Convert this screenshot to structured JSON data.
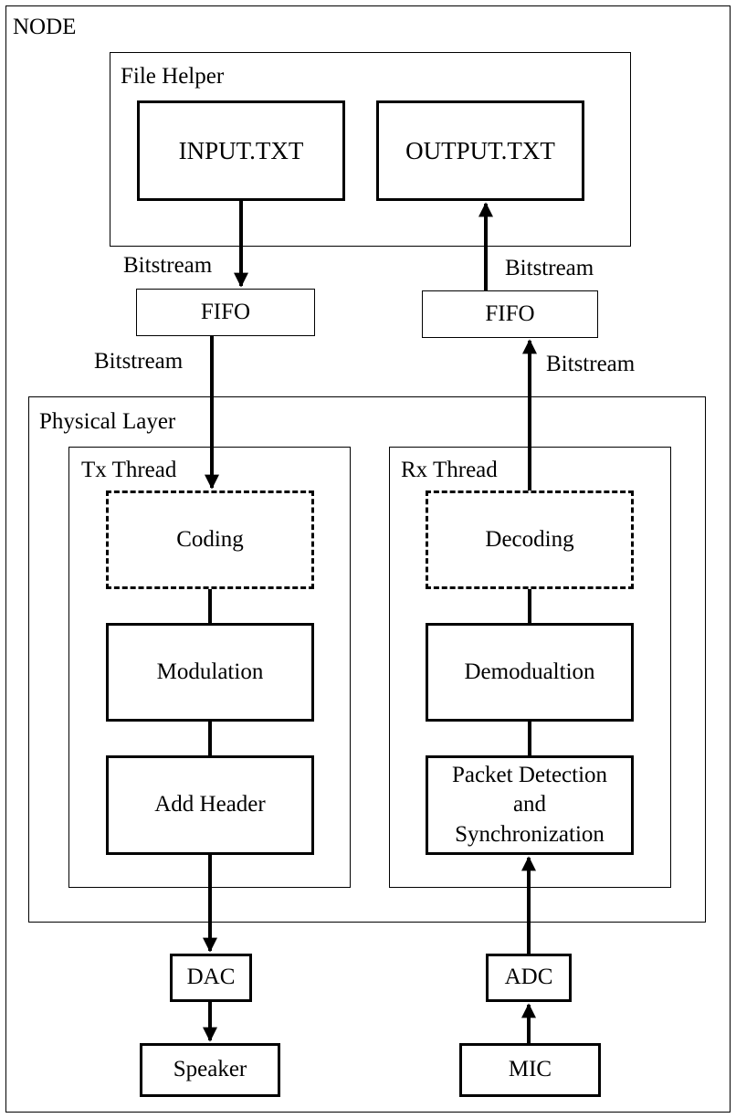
{
  "node": {
    "title": "NODE"
  },
  "file_helper": {
    "title": "File Helper",
    "input_file": "INPUT.TXT",
    "output_file": "OUTPUT.TXT"
  },
  "fifo": {
    "tx_label": "FIFO",
    "rx_label": "FIFO"
  },
  "streams": {
    "tx_top": "Bitstream",
    "tx_bottom": "Bitstream",
    "rx_top": "Bitstream",
    "rx_bottom": "Bitstream"
  },
  "physical_layer": {
    "title": "Physical Layer",
    "tx_thread": {
      "title": "Tx Thread",
      "coding": "Coding",
      "modulation": "Modulation",
      "add_header": "Add Header"
    },
    "rx_thread": {
      "title": "Rx Thread",
      "decoding": "Decoding",
      "demodulation": "Demodualtion",
      "packet_detection": [
        "Packet Detection",
        "and",
        "Synchronization"
      ]
    }
  },
  "hardware": {
    "dac": "DAC",
    "adc": "ADC",
    "speaker": "Speaker",
    "mic": "MIC"
  }
}
